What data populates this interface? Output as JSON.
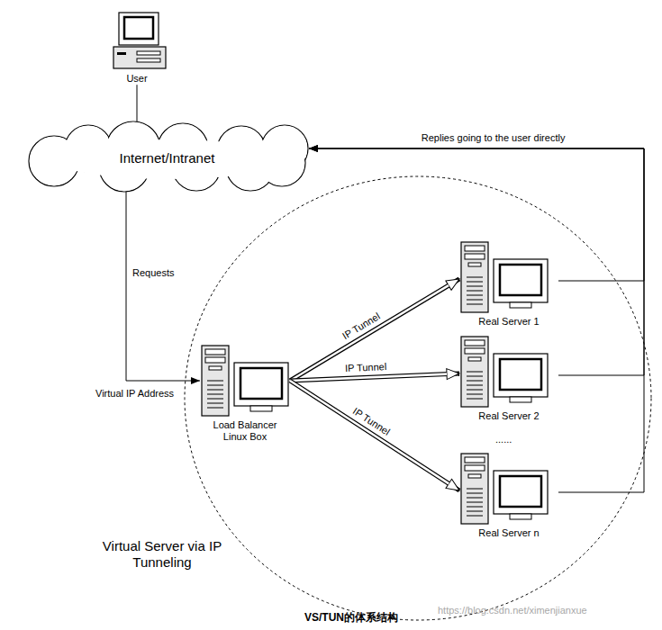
{
  "diagram": {
    "caption": "VS/TUN的体系结构",
    "nodes": [
      {
        "text": [
          "User"
        ]
      },
      {
        "text": [
          "Internet/Intranet"
        ]
      },
      {
        "text": [
          "Virtual Server via IP Tunneling"
        ]
      },
      {
        "text": [
          "Load Balancer Linux Box"
        ],
        "in": 2
      },
      {
        "text": [
          "Real Server 1"
        ],
        "in": 2
      },
      {
        "text": [
          "Real Server 2"
        ],
        "in": 2
      },
      {
        "text": [
          "Real Server n"
        ],
        "in": 2
      }
    ],
    "edges": [
      {
        "from": 0,
        "to": 1,
        "arrow": "none"
      },
      {
        "from": 1,
        "to": 3,
        "arrow": "to",
        "label": "Requests"
      },
      {
        "from": 3,
        "to": 4,
        "arrow": "to",
        "label": "IP Tunnel"
      },
      {
        "from": 3,
        "to": 5,
        "arrow": "to",
        "label": "IP Tunnel"
      },
      {
        "from": 3,
        "to": 6,
        "arrow": "to",
        "label": "IP Tunnel"
      },
      {
        "from": 4,
        "to": 1,
        "arrow": "to",
        "label": "Replies going to the user directly"
      },
      {
        "from": 5,
        "to": 1,
        "arrow": "to"
      },
      {
        "from": 6,
        "to": 1,
        "arrow": "to"
      }
    ],
    "labels": [
      "Virtual IP Address",
      "......",
      "https://blog.csdn.net/ximenjianxue"
    ]
  }
}
